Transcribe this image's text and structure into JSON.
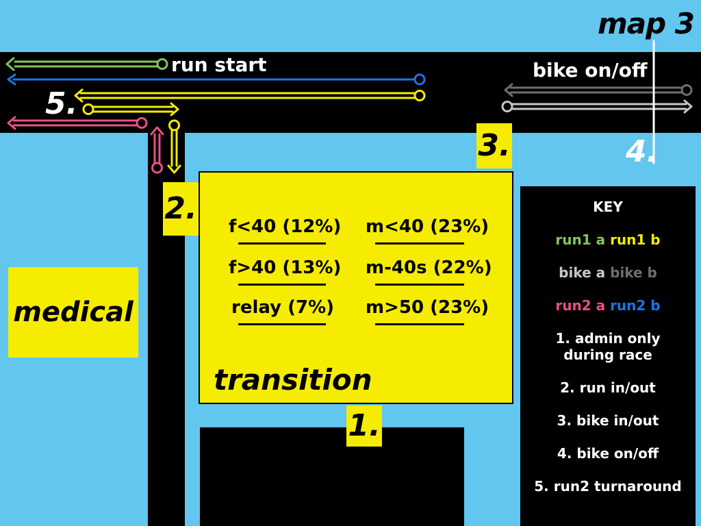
{
  "map": {
    "title": "map 3",
    "run_start_label": "run start",
    "bike_onoff_label": "bike on/off",
    "markers": {
      "m1": "1.",
      "m2": "2.",
      "m3": "3.",
      "m4": "4.",
      "m5": "5."
    },
    "transition": {
      "label": "transition",
      "categories_left": [
        "f<40 (12%)",
        "f>40 (13%)",
        "relay (7%)"
      ],
      "categories_right": [
        "m<40 (23%)",
        "m-40s (22%)",
        "m>50 (23%)"
      ]
    },
    "medical_label": "medical"
  },
  "key": {
    "title": "KEY",
    "run1": {
      "a": "run1 a",
      "b": "run1 b"
    },
    "bike": {
      "a": "bike a",
      "b": "bike b"
    },
    "run2": {
      "a": "run2 a",
      "b": "run2 b"
    },
    "items": [
      "1. admin only",
      "during race",
      "2. run in/out",
      "3. bike in/out",
      "4. bike on/off",
      "5. run2 turnaround"
    ]
  },
  "colors": {
    "water": "#63c6ee",
    "road": "#000000",
    "highlight": "#f5ec00",
    "run1_a": "#86c558",
    "run1_b": "#f5ec00",
    "bike_a": "#c8c8c8",
    "bike_b": "#6f6f6f",
    "run2_a": "#e8508a",
    "run2_b": "#1e74e6"
  }
}
